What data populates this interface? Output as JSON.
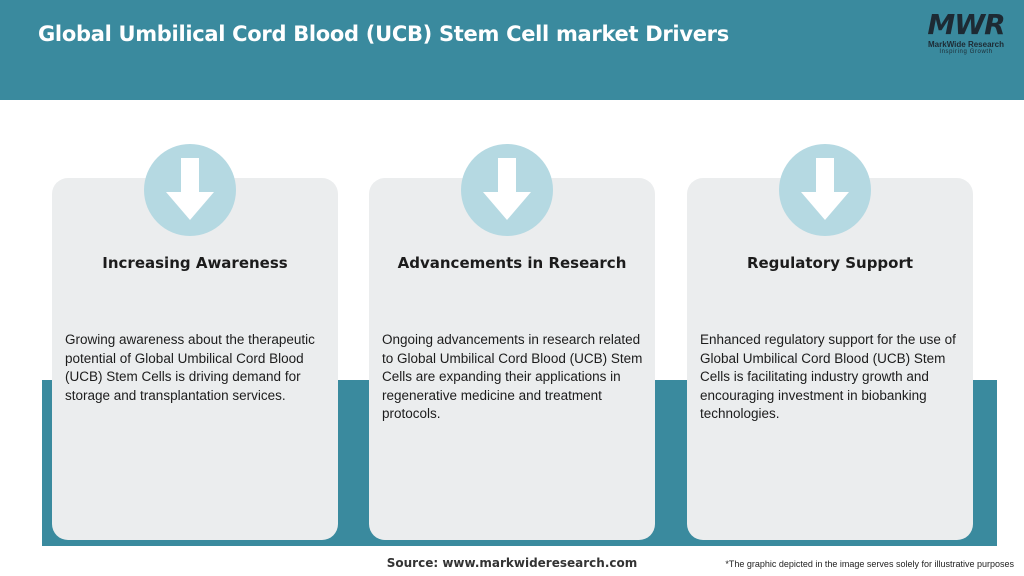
{
  "header": {
    "title": "Global Umbilical Cord Blood (UCB) Stem Cell market Drivers"
  },
  "logo": {
    "mark": "MWR",
    "name": "MarkWide Research",
    "tagline": "Inspiring Growth"
  },
  "cards": [
    {
      "icon": "arrow-down-icon",
      "title": "Increasing Awareness",
      "text": "Growing awareness about the therapeutic potential of Global Umbilical Cord Blood (UCB) Stem Cells is driving demand for storage and transplantation services."
    },
    {
      "icon": "arrow-down-icon",
      "title": "Advancements in Research",
      "text": "Ongoing advancements in research related to Global Umbilical Cord Blood (UCB) Stem Cells are expanding their applications in regenerative medicine and treatment protocols."
    },
    {
      "icon": "arrow-down-icon",
      "title": "Regulatory Support",
      "text": "Enhanced regulatory support for the use of Global Umbilical Cord Blood (UCB) Stem Cells is facilitating industry growth and encouraging investment in biobanking technologies."
    }
  ],
  "footer": {
    "source": "Source: www.markwideresearch.com",
    "note": "*The graphic depicted in the image serves solely for illustrative purposes"
  },
  "colors": {
    "accent": "#3a8a9e",
    "card_bg": "#ebedee",
    "icon_circle": "#b5d9e2"
  }
}
